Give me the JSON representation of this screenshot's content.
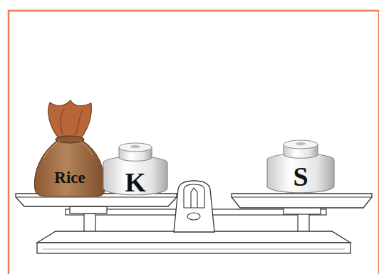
{
  "diagram": {
    "nodes": [
      {
        "text": [
          "Rice"
        ]
      },
      {
        "text": [
          "K"
        ]
      },
      {
        "text": [
          "S"
        ]
      }
    ]
  }
}
